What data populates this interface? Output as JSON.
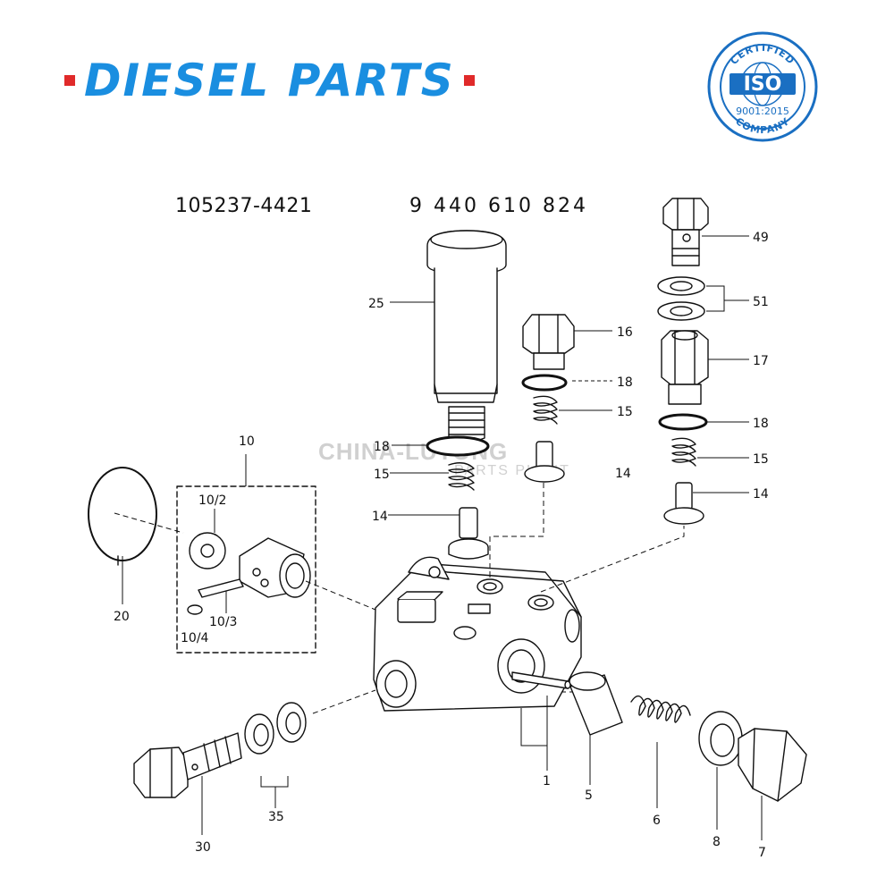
{
  "header": {
    "brand_text": "DIESEL PARTS",
    "part_number_1": "105237-4421",
    "part_number_2": "9 440 610 824"
  },
  "badge": {
    "top_text": "CERTIFIED",
    "center_text": "ISO",
    "standard_text": "9001:2015",
    "bottom_text": "COMPANY",
    "color": "#1a6fc2"
  },
  "watermark": {
    "line1": "CHINA-LUTONG",
    "line2": "PARTS PLANT"
  },
  "callouts": [
    "49",
    "51",
    "25",
    "16",
    "17",
    "18",
    "15",
    "14",
    "10",
    "10/2",
    "10/3",
    "10/4",
    "20",
    "1",
    "5",
    "6",
    "8",
    "7",
    "35",
    "30"
  ],
  "colors": {
    "brand": "#1a8ee0",
    "brand_dot": "#e02a2a",
    "line": "#111111"
  }
}
